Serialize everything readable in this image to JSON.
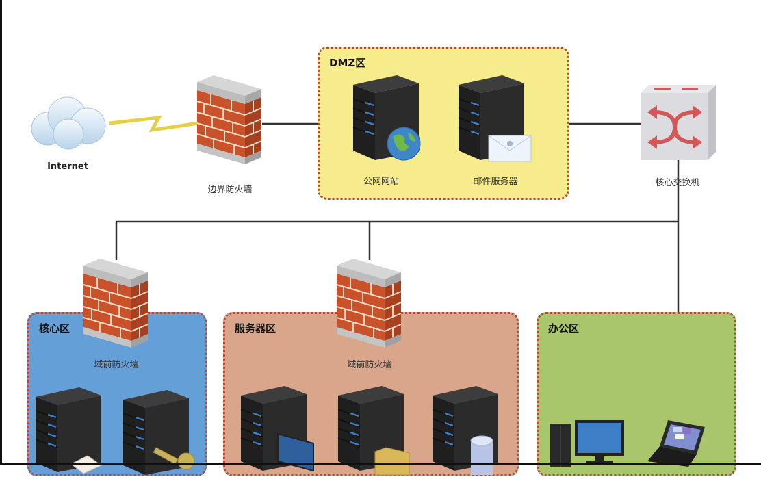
{
  "nodes": {
    "internet": {
      "label": "Internet"
    },
    "border_firewall": {
      "label": "边界防火墙"
    },
    "core_switch": {
      "label": "核心交换机"
    },
    "public_website": {
      "label": "公网网站"
    },
    "mail_server": {
      "label": "邮件服务器"
    },
    "core_zone_firewall": {
      "label": "域前防火墙"
    },
    "server_zone_firewall": {
      "label": "域前防火墙"
    }
  },
  "zones": {
    "dmz": {
      "label": "DMZ区",
      "color": "#f7ec8c"
    },
    "core": {
      "label": "核心区",
      "color": "#659fd8"
    },
    "server": {
      "label": "服务器区",
      "color": "#d9a68c"
    },
    "office": {
      "label": "办公区",
      "color": "#a9c66c"
    }
  },
  "colors": {
    "zone_border": "#b04a3c",
    "link": "#333333",
    "wireless_link": "#e8d24a",
    "brick": "#c9522a"
  }
}
